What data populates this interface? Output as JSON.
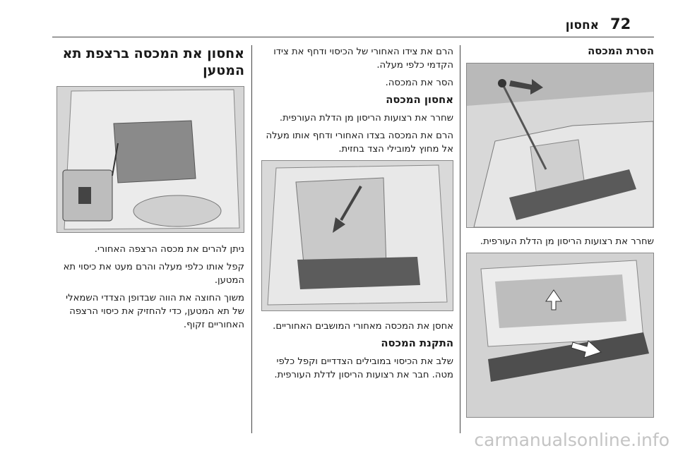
{
  "header": {
    "page_number": "72",
    "section_title": "אחסון"
  },
  "col1": {
    "heading": "הסרת המכסה",
    "fig1_caption": "שחרר את רצועות הריסון מן הדלת העורפית."
  },
  "col2": {
    "para1": "הרם את צידו האחורי של הכיסוי ודחף את צידו הקדמי כלפי מעלה.",
    "para2": "הסר את המכסה.",
    "heading1": "אחסון המכסה",
    "para3": "שחרר את רצועות הריסון מן הדלת העורפית.",
    "para4": "הרם את המכסה בצדו האחורי ודחף אותו מעלה אל מחוץ למובילי הצד בחזית.",
    "para5": "אחסן את המכסה מאחורי המושבים האחוריים.",
    "heading2": "התקנת המכסה",
    "para6": "שלב את הכיסוי במובילים הצדדיים וקפל כלפי מטה. חבר את רצועות הריסון לדלת העורפית."
  },
  "col3": {
    "heading": "אחסון את המכסה ברצפת תא המטען",
    "para1": "ניתן להרים את מכסה הרצפה האחורי.",
    "para2": "קפל אותו כלפי מעלה והרם מעט את כיסוי תא המטען.",
    "para3": "משוך החוצה את הווה שבדופן הצדדי השמאלי של תא המטען, כדי להחזיק את כיסוי הרצפה האחוריים זקוף."
  },
  "watermark": "carmanualsonline.info"
}
